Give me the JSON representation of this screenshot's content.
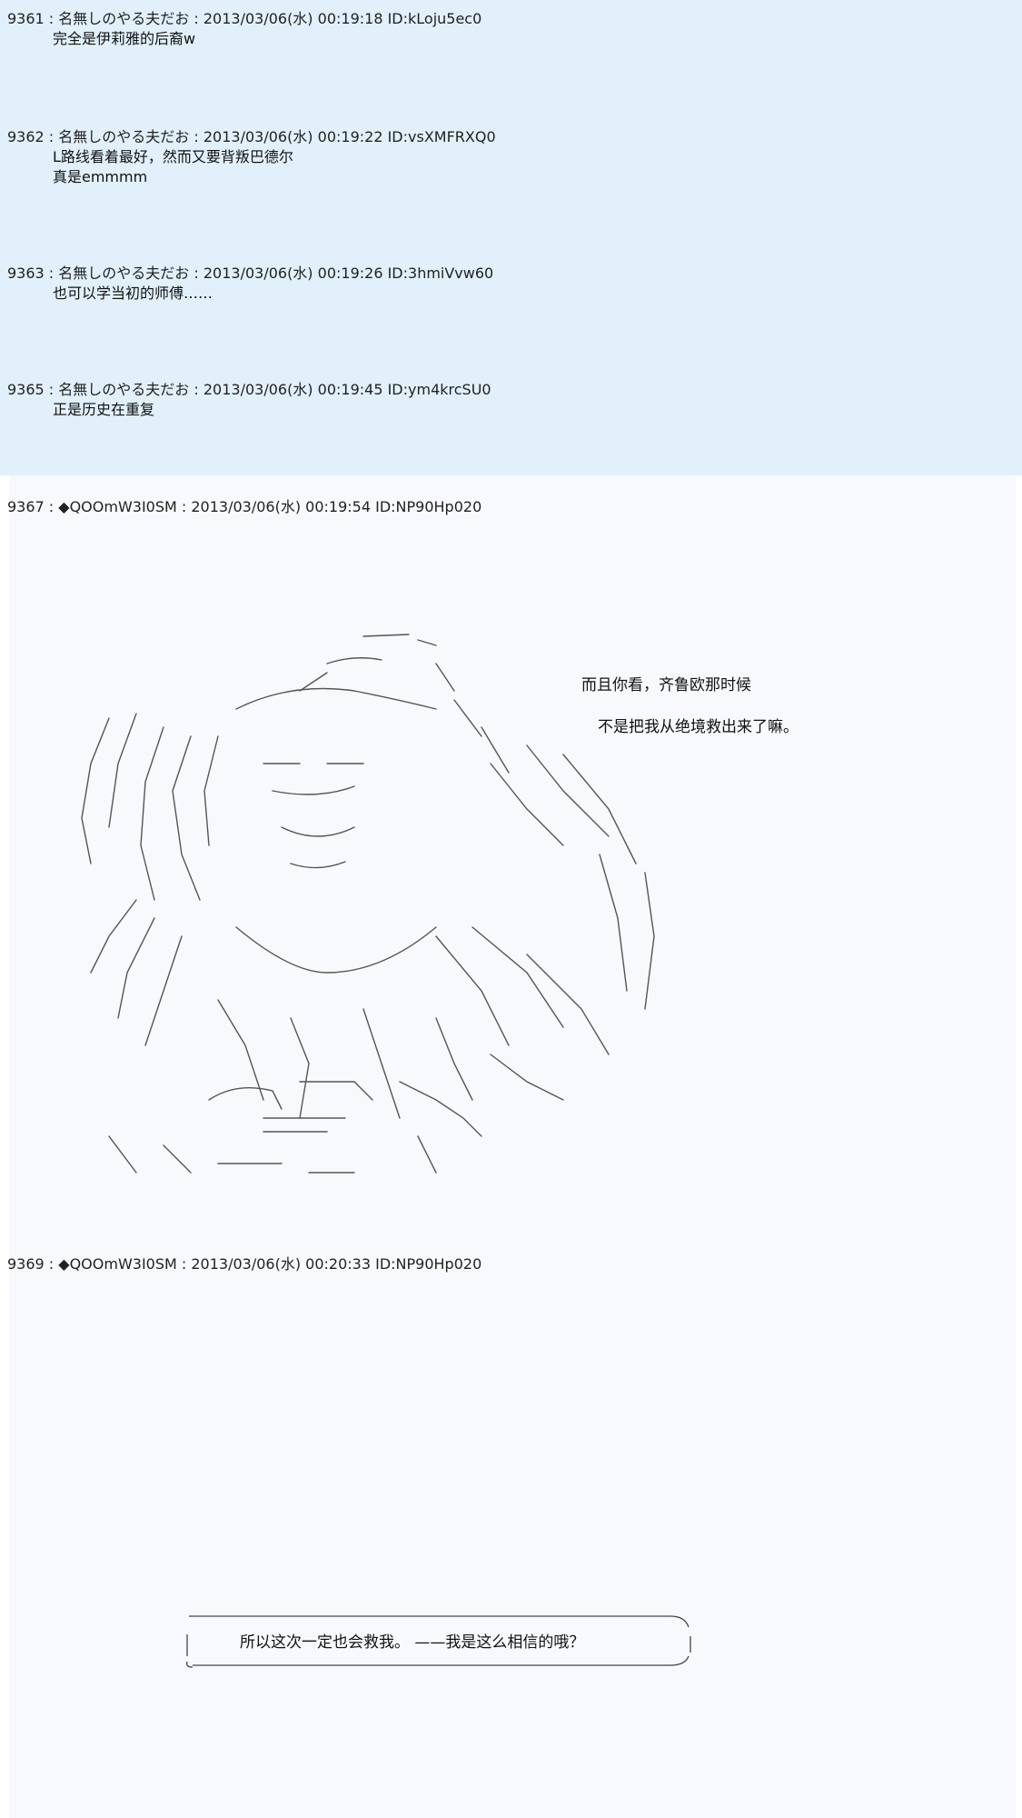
{
  "posts": [
    {
      "number": "9361",
      "header": "9361 : 名無しのやる夫だお : 2013/03/06(水) 00:19:18 ID:kLoju5ec0",
      "lines": [
        "完全是伊莉雅的后裔w"
      ]
    },
    {
      "number": "9362",
      "header": "9362 : 名無しのやる夫だお : 2013/03/06(水) 00:19:22 ID:vsXMFRXQ0",
      "lines": [
        "L路线看着最好，然而又要背叛巴德尔",
        "真是emmmm"
      ]
    },
    {
      "number": "9363",
      "header": "9363 : 名無しのやる夫だお : 2013/03/06(水) 00:19:26 ID:3hmiVvw60",
      "lines": [
        "也可以学当初的师傅……"
      ]
    },
    {
      "number": "9365",
      "header": "9365 : 名無しのやる夫だお : 2013/03/06(水) 00:19:45 ID:ym4krcSU0",
      "lines": [
        "正是历史在重复"
      ]
    },
    {
      "number": "9367",
      "header": "9367 : ◆QOOmW3I0SM : 2013/03/06(水) 00:19:54 ID:NP90Hp020",
      "lines": []
    },
    {
      "number": "9369",
      "header": "9369 : ◆QOOmW3I0SM : 2013/03/06(水) 00:20:33 ID:NP90Hp020",
      "lines": []
    }
  ],
  "dialogue": {
    "line1": "而且你看，齐鲁欧那时候",
    "line2": "不是把我从绝境救出来了嘛。",
    "bubble": "所以这次一定也会救我。 ——我是这么相信的哦？"
  },
  "colors": {
    "reply_bg": "#e1f0fb",
    "author_bg": "#f7f9fc",
    "text": "#222222"
  }
}
